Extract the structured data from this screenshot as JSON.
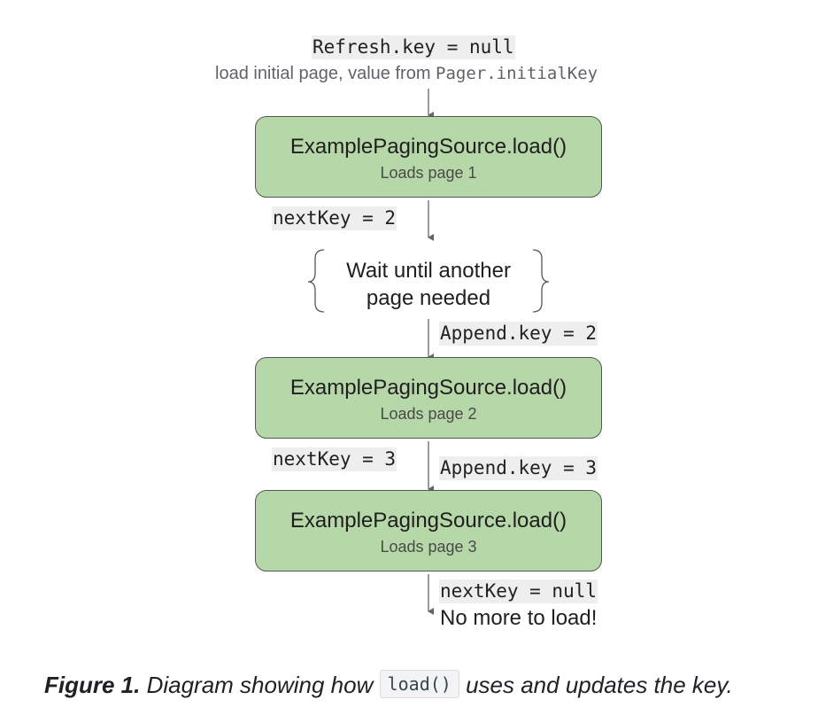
{
  "header": {
    "refresh_key_code": "Refresh.key = null",
    "initial_load_prefix": "load initial page, value from ",
    "initial_key_code": "Pager.initialKey"
  },
  "boxes": [
    {
      "title": "ExamplePagingSource.load()",
      "subtitle": "Loads page 1"
    },
    {
      "title": "ExamplePagingSource.load()",
      "subtitle": "Loads page 2"
    },
    {
      "title": "ExamplePagingSource.load()",
      "subtitle": "Loads page 3"
    }
  ],
  "labels": {
    "next_key_2": "nextKey = 2",
    "wait_line1": "Wait until another",
    "wait_line2": "page needed",
    "append_key_2": "Append.key = 2",
    "next_key_3": "nextKey = 3",
    "append_key_3": "Append.key = 3",
    "next_key_null": "nextKey = null",
    "no_more": "No more to load!"
  },
  "caption": {
    "figure_label": "Figure 1.",
    "text_before": " Diagram showing how ",
    "code": "load()",
    "text_after": " uses and updates the key."
  },
  "colors": {
    "box_fill": "#b6d7a8",
    "box_border": "#555555",
    "code_bg": "#eeeeee",
    "arrow": "#666666"
  }
}
